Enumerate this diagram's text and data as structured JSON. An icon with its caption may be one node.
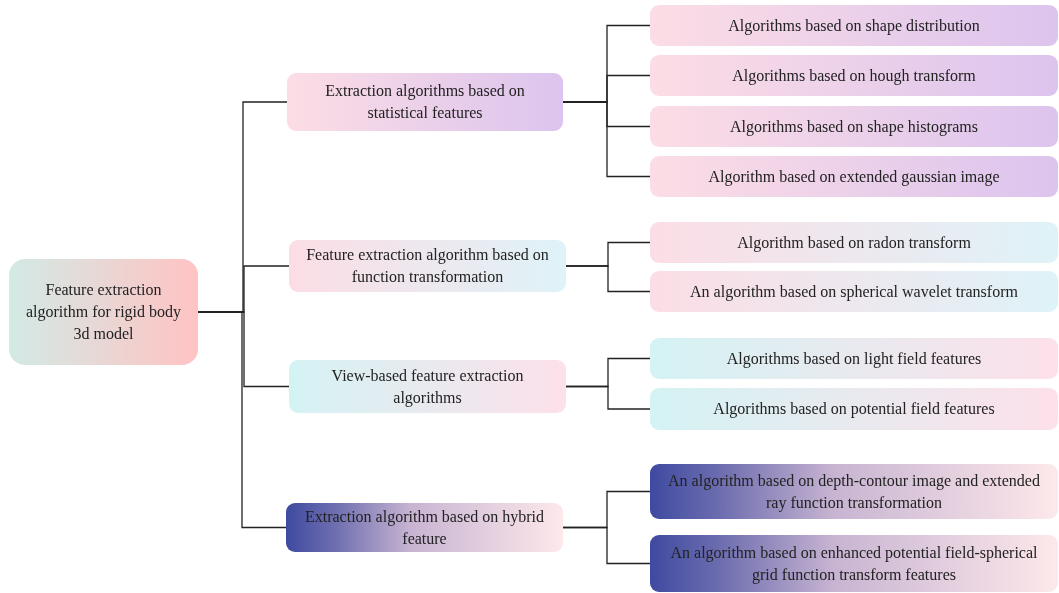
{
  "diagram": {
    "nodes": [
      {
        "text": [
          "Feature extraction algorithm for rigid body 3d model"
        ]
      },
      {
        "text": [
          "Extraction algorithms based on statistical features"
        ]
      },
      {
        "text": [
          "Feature extraction algorithm based on function transformation"
        ]
      },
      {
        "text": [
          "View-based feature extraction algorithms"
        ]
      },
      {
        "text": [
          "Extraction algorithm based on hybrid feature"
        ]
      },
      {
        "text": [
          "Algorithms based on shape distribution"
        ]
      },
      {
        "text": [
          "Algorithms based on hough transform"
        ]
      },
      {
        "text": [
          "Algorithms based on shape histograms"
        ]
      },
      {
        "text": [
          "Algorithm based on extended gaussian image"
        ]
      },
      {
        "text": [
          "Algorithm based on radon transform"
        ]
      },
      {
        "text": [
          "An algorithm based on spherical wavelet transform"
        ]
      },
      {
        "text": [
          "Algorithms based on light field features"
        ]
      },
      {
        "text": [
          "Algorithms based on potential field features"
        ]
      },
      {
        "text": [
          "An algorithm based on depth-contour image and extended ray function transformation"
        ]
      },
      {
        "text": [
          "An algorithm based on enhanced potential field-spherical grid function transform features"
        ]
      }
    ],
    "edges": [
      {
        "from": 0,
        "to": 1,
        "arrow": "none"
      },
      {
        "from": 0,
        "to": 2,
        "arrow": "none"
      },
      {
        "from": 0,
        "to": 3,
        "arrow": "none"
      },
      {
        "from": 0,
        "to": 4,
        "arrow": "none"
      },
      {
        "from": 1,
        "to": 5,
        "arrow": "none"
      },
      {
        "from": 1,
        "to": 6,
        "arrow": "none"
      },
      {
        "from": 1,
        "to": 7,
        "arrow": "none"
      },
      {
        "from": 1,
        "to": 8,
        "arrow": "none"
      },
      {
        "from": 2,
        "to": 9,
        "arrow": "none"
      },
      {
        "from": 2,
        "to": 10,
        "arrow": "none"
      },
      {
        "from": 3,
        "to": 11,
        "arrow": "none"
      },
      {
        "from": 3,
        "to": 12,
        "arrow": "none"
      },
      {
        "from": 4,
        "to": 13,
        "arrow": "none"
      },
      {
        "from": 4,
        "to": 14,
        "arrow": "none"
      }
    ]
  }
}
